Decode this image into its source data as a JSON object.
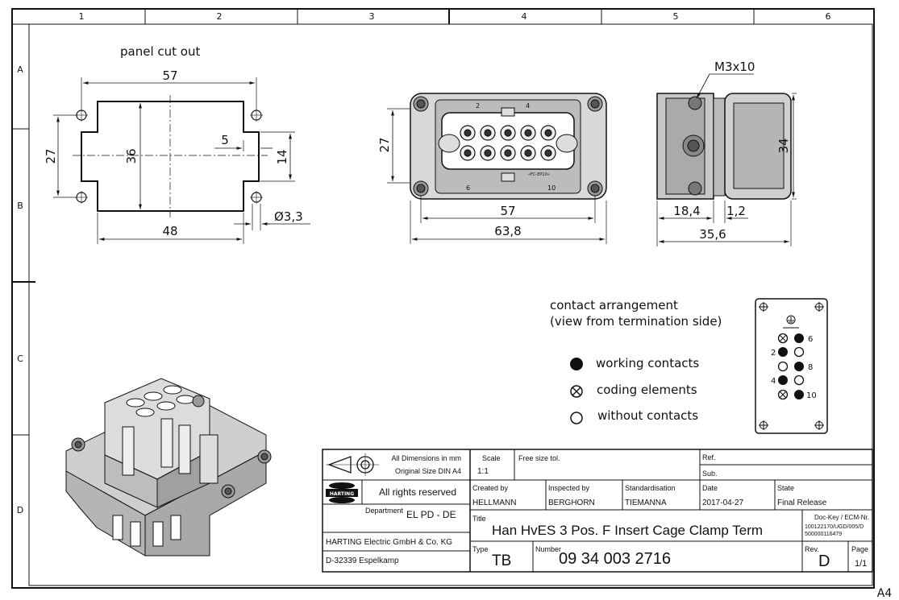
{
  "grid": {
    "columns": [
      "1",
      "2",
      "3",
      "4",
      "5",
      "6"
    ],
    "rows": [
      "A",
      "B",
      "C",
      "D"
    ],
    "sheet_size": "A4"
  },
  "panel_cutout": {
    "title": "panel cut out",
    "dims": {
      "w_top": "57",
      "h_left": "27",
      "h_mid": "36",
      "offset": "5",
      "h_right": "14",
      "hole": "Ø3,3",
      "w_bottom": "48"
    }
  },
  "front_view": {
    "dims": {
      "height": "27",
      "width_inner": "57",
      "width_outer": "63,8"
    },
    "markings": {
      "m2": "2",
      "m4": "4",
      "m6": "6",
      "m10": "10",
      "small": "«FC-EP10»"
    }
  },
  "side_view": {
    "dims": {
      "screw": "M3x10",
      "height": "34",
      "d1": "18,4",
      "d2": "1,2",
      "total": "35,6"
    }
  },
  "contact_arrangement": {
    "title_line1": "contact arrangement",
    "title_line2": "(view from termination side)",
    "legend": [
      {
        "symbol": "filled",
        "label": "working contacts"
      },
      {
        "symbol": "cross",
        "label": "coding elements"
      },
      {
        "symbol": "empty",
        "label": "without contacts"
      }
    ],
    "labels": {
      "n6": "6",
      "n2": "2",
      "n8": "8",
      "n4": "4",
      "n10": "10"
    }
  },
  "title_block": {
    "dims_note_1": "All Dimensions in mm",
    "dims_note_2": "Original Size DIN A4",
    "scale_label": "Scale",
    "scale_value": "1:1",
    "tolerance": "Free size tol.",
    "ref_label": "Ref.",
    "sub_label": "Sub.",
    "rights": "All rights reserved",
    "logo_text": "HARTING",
    "department_label": "Department",
    "department_value": "EL PD - DE",
    "company_line1": "HARTING Electric GmbH & Co. KG",
    "company_line2": "D-32339 Espelkamp",
    "created_label": "Created by",
    "created_value": "HELLMANN",
    "inspected_label": "Inspected by",
    "inspected_value": "BERGHORN",
    "standard_label": "Standardisation",
    "standard_value": "TIEMANNA",
    "date_label": "Date",
    "date_value": "2017-04-27",
    "state_label": "State",
    "state_value": "Final Release",
    "title_label": "Title",
    "title_value": "Han HvES 3 Pos. F Insert Cage Clamp Term",
    "dockey_label": "Doc-Key / ECM-Nr.",
    "dockey_line1": "100122170/UGD/005/D",
    "dockey_line2": "500000116479",
    "type_label": "Type",
    "type_value": "TB",
    "number_label": "Number",
    "number_value": "09 34 003 2716",
    "rev_label": "Rev.",
    "rev_value": "D",
    "page_label": "Page",
    "page_value": "1/1"
  }
}
